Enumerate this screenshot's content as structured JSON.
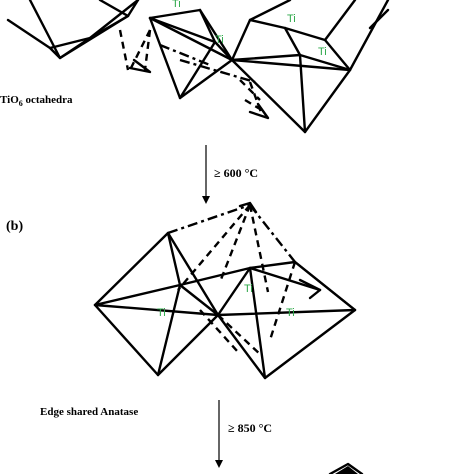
{
  "labels": {
    "tio6_prefix": "TiO",
    "tio6_sub": "6",
    "tio6_suffix": " octahedra",
    "panel_b": "(b)",
    "edge_shared": "Edge shared Anatase",
    "ti": "Ti"
  },
  "transitions": [
    {
      "text": "≥ 600 °C"
    },
    {
      "text": "≥ 850 °C"
    }
  ]
}
